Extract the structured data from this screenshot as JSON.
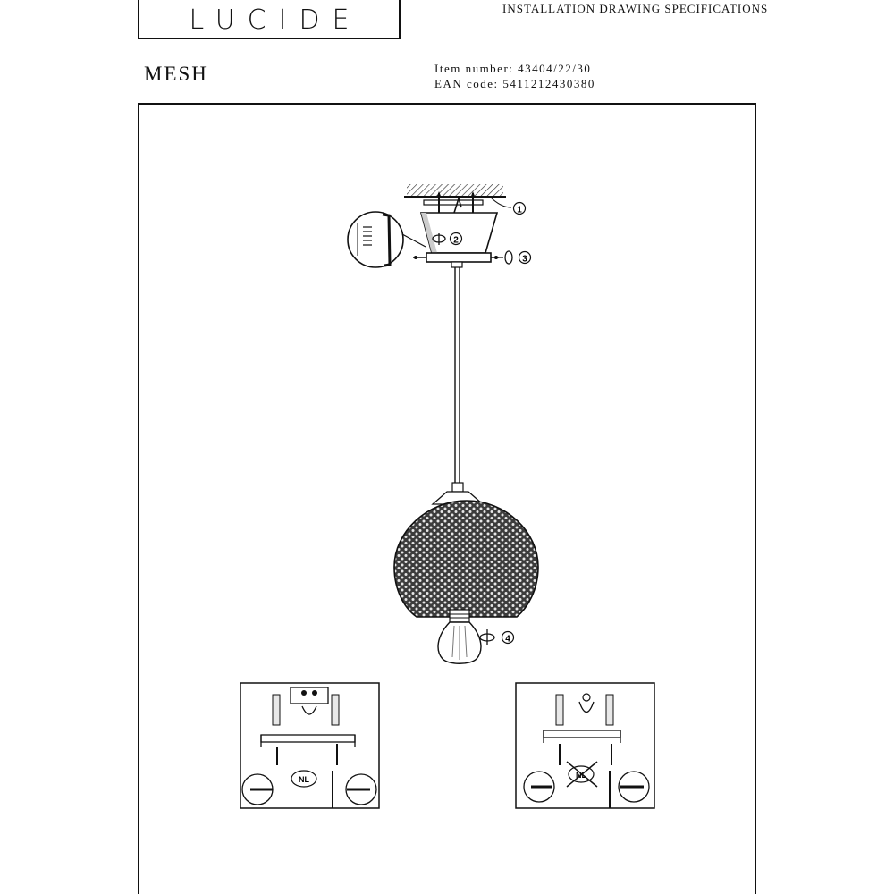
{
  "header": {
    "logo_text": "LUCIDE",
    "doc_title": "INSTALLATION DRAWING SPECIFICATIONS"
  },
  "product": {
    "name": "MESH",
    "item_number_label": "Item number:",
    "item_number": "43404/22/30",
    "ean_label": "EAN code:",
    "ean": "5411212430380"
  },
  "drawing": {
    "steps": [
      "1",
      "2",
      "3",
      "4"
    ],
    "country_badge": "NL"
  }
}
